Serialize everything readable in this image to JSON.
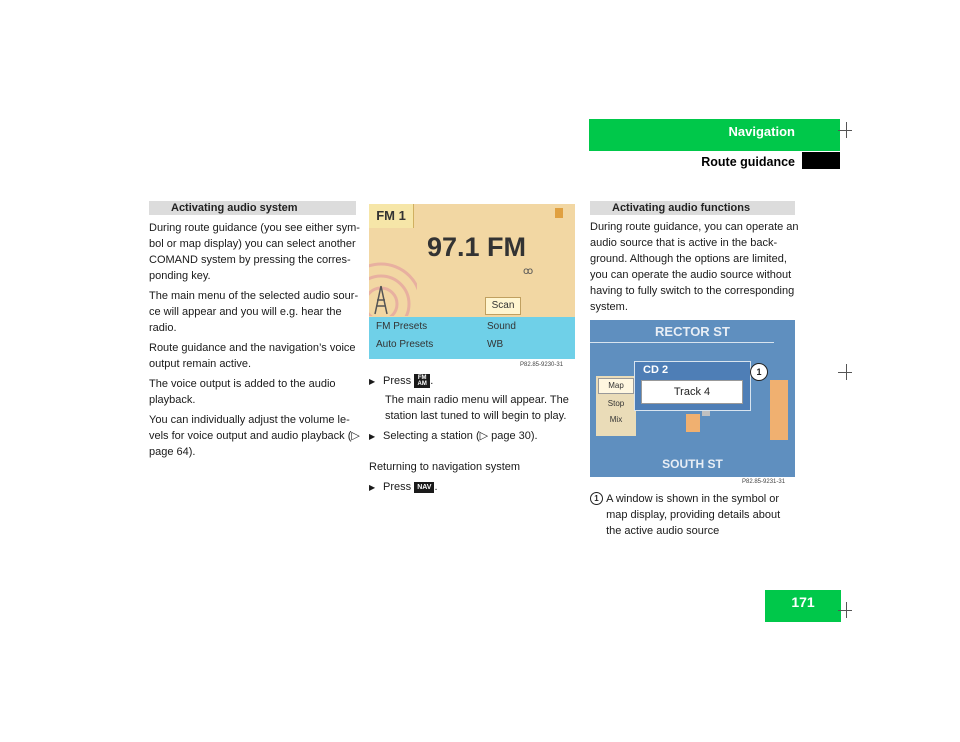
{
  "header": {
    "title": "Navigation",
    "subtitle": "Route guidance",
    "page_number": "171"
  },
  "left": {
    "section_title": "Activating audio system",
    "paragraphs": [
      "During route guidance (you see either sym-bol or map display) you can select another COMAND system by pressing the corres-ponding key.",
      "The main menu of the selected audio sour-ce will appear and you will e.g. hear the radio.",
      "Route guidance and the navigation’s voice output remain active.",
      "The voice output is added to the audio playback.",
      "You can individually adjust the volume le-vels for voice output and audio playback (▷ page 64)."
    ]
  },
  "radio_screen": {
    "band": "FM 1",
    "frequency": "97.1 FM",
    "scan": "Scan",
    "fm_presets": "FM Presets",
    "sound": "Sound",
    "auto_presets": "Auto Presets",
    "wb": "WB",
    "caption": "P82.85-9230-31"
  },
  "middle": {
    "step1_prefix": "Press",
    "key_fmam": "FM AM",
    "step1_detail": "The main radio menu will appear. The station last tuned to will begin to play.",
    "step2": "Selecting a station (▷ page 30).",
    "returning": "Returning to navigation system",
    "step3_prefix": "Press",
    "key_nav": "NAV"
  },
  "right": {
    "section_title": "Activating audio functions",
    "paragraph": "During route guidance, you can operate an audio source that is active in the back-ground. Although the options are limited, you can operate the audio source without having to fully switch to the corresponding system.",
    "callout_text": "A window is shown in the symbol or map display, providing details about the active audio source",
    "callout_number": "1"
  },
  "map_screen": {
    "street_top": "RECTOR ST",
    "street_bottom": "SOUTH ST",
    "source": "CD 2",
    "track": "Track 4",
    "menu": [
      "Map",
      "Stop",
      "Mix"
    ],
    "caption": "P82.85-9231-31"
  },
  "colors": {
    "accent": "#00c84a"
  }
}
